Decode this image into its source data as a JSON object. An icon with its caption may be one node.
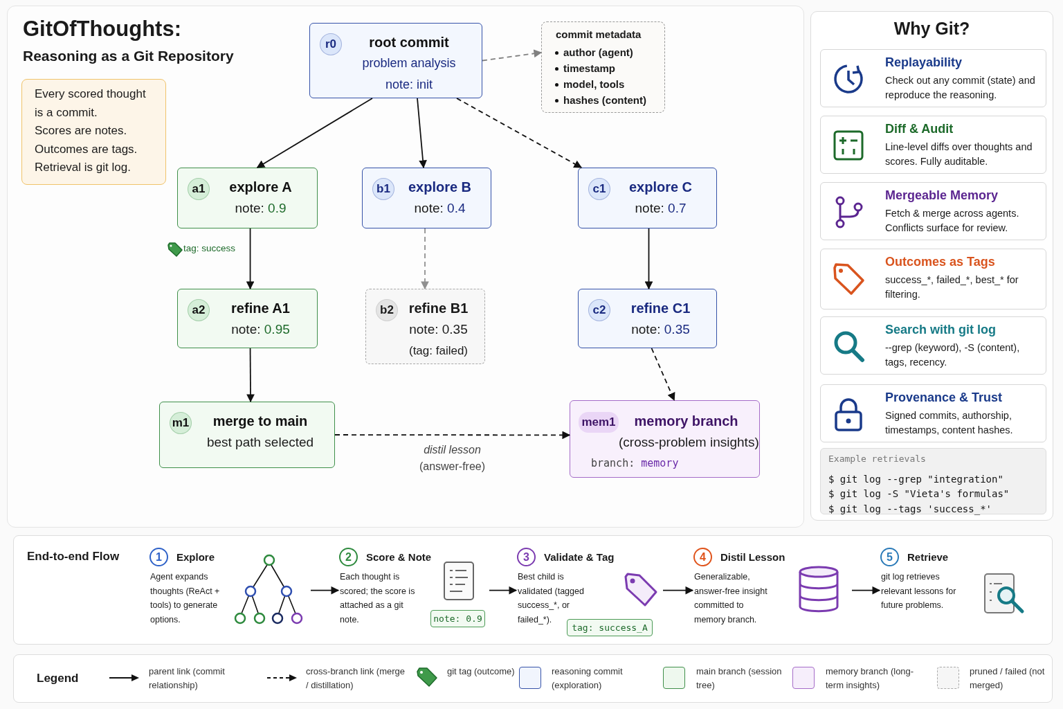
{
  "diagram": {
    "title": "GitOfThoughts:",
    "nodes": [
      {
        "text": [
          "Every scored thought",
          "is a commit.",
          "Scores are notes.",
          "Outcomes are tags.",
          "Retrieval is git log."
        ]
      },
      {
        "text": [
          "r0",
          "root commit",
          "problem analysis",
          "note: init"
        ]
      },
      {
        "text": [
          "commit metadata",
          "author (agent)",
          "timestamp",
          "model, tools",
          "hashes (content)"
        ]
      },
      {
        "text": [
          "a1",
          "explore A",
          "note: 0.9"
        ]
      },
      {
        "text": [
          "b1",
          "explore B",
          "note: 0.4"
        ]
      },
      {
        "text": [
          "c1",
          "explore C",
          "note: 0.7"
        ]
      },
      {
        "text": [
          "a2",
          "refine A1",
          "note: 0.95"
        ]
      },
      {
        "text": [
          "b2",
          "refine B1",
          "note: 0.35",
          "(tag: failed)"
        ]
      },
      {
        "text": [
          "c2",
          "refine C1",
          "note: 0.35"
        ]
      },
      {
        "text": [
          "m1",
          "merge to main",
          "best path selected"
        ]
      },
      {
        "text": [
          "mem1",
          "memory branch",
          "(cross-problem insights)",
          "branch: memory"
        ]
      },
      {
        "text": [
          "Why Git?"
        ]
      },
      {
        "text": [
          "Replayability",
          "Check out any commit (state) and reproduce the reasoning."
        ],
        "in": 11
      },
      {
        "text": [
          "Diff & Audit",
          "Line-level diffs over thoughts and scores. Fully auditable."
        ],
        "in": 11
      },
      {
        "text": [
          "Mergeable Memory",
          "Fetch & merge across agents. Conflicts surface for review."
        ],
        "in": 11
      },
      {
        "text": [
          "Outcomes as Tags",
          "success_*, failed_*, best_* for filtering."
        ],
        "in": 11
      },
      {
        "text": [
          "Search with git log",
          "--grep (keyword), -S (content), tags, recency."
        ],
        "in": 11
      },
      {
        "text": [
          "Provenance & Trust",
          "Signed commits, authorship, timestamps, content hashes."
        ],
        "in": 11
      },
      {
        "text": [
          "Example retrievals",
          "$ git log --grep \"integration\"",
          "$ git log -S \"Vieta's formulas\"",
          "$ git log --tags 'success_*'"
        ],
        "in": 11
      },
      {
        "text": [
          "End-to-end Flow"
        ]
      },
      {
        "text": [
          "1",
          "Explore",
          "Agent expands thoughts (ReAct + tools) to generate options."
        ],
        "in": 19
      },
      {
        "text": [
          "2",
          "Score & Note",
          "Each thought is scored; the score is attached as a git note."
        ],
        "in": 19
      },
      {
        "text": [
          "note: 0.9"
        ],
        "in": 19
      },
      {
        "text": [
          "3",
          "Validate & Tag",
          "Best child is validated (tagged success_*, or failed_*)."
        ],
        "in": 19
      },
      {
        "text": [
          "tag: success_A"
        ],
        "in": 19
      },
      {
        "text": [
          "4",
          "Distil Lesson",
          "Generalizable, answer-free insight committed to memory branch."
        ],
        "in": 19
      },
      {
        "text": [
          "5",
          "Retrieve",
          "git log retrieves relevant lessons for future problems."
        ],
        "in": 19
      }
    ],
    "edges": [
      {
        "from": 1,
        "to": 3,
        "arrow": "to"
      },
      {
        "from": 1,
        "to": 4,
        "arrow": "to"
      },
      {
        "from": 1,
        "to": 5,
        "arrow": "to",
        "style": "dashed"
      },
      {
        "from": 1,
        "to": 2,
        "arrow": "to",
        "style": "dashed",
        "color": "#808080"
      },
      {
        "from": 3,
        "to": 6,
        "arrow": "to"
      },
      {
        "from": 4,
        "to": 7,
        "arrow": "to",
        "style": "dashed",
        "color": "#909090"
      },
      {
        "from": 5,
        "to": 8,
        "arrow": "to"
      },
      {
        "from": 6,
        "to": 9,
        "arrow": "to"
      },
      {
        "from": 8,
        "to": 10,
        "arrow": "to",
        "style": "dashed"
      },
      {
        "from": 9,
        "to": 10,
        "arrow": "to",
        "style": "dashed",
        "label": "*distil lesson* (answer-free)"
      },
      {
        "from": 20,
        "to": 21,
        "arrow": "to"
      },
      {
        "from": 21,
        "to": 23,
        "arrow": "to"
      },
      {
        "from": 23,
        "to": 25,
        "arrow": "to"
      },
      {
        "from": 25,
        "to": 26,
        "arrow": "to"
      }
    ],
    "labels": [
      "Reasoning as a Git Repository",
      "tag: success",
      "Legend"
    ],
    "legend": [
      {
        "text": "parent link (commit relationship)"
      },
      {
        "text": "cross-branch link (merge / distillation)"
      },
      {
        "text": "git tag (outcome)"
      },
      {
        "text": "reasoning commit (exploration)",
        "color": "#f1f5fd"
      },
      {
        "text": "main branch (session tree)",
        "color": "#eef8ee"
      },
      {
        "text": "memory branch (long-term insights)",
        "color": "#f6eefb"
      },
      {
        "text": "pruned / failed (not merged)",
        "color": "#f6f6f6"
      }
    ]
  }
}
